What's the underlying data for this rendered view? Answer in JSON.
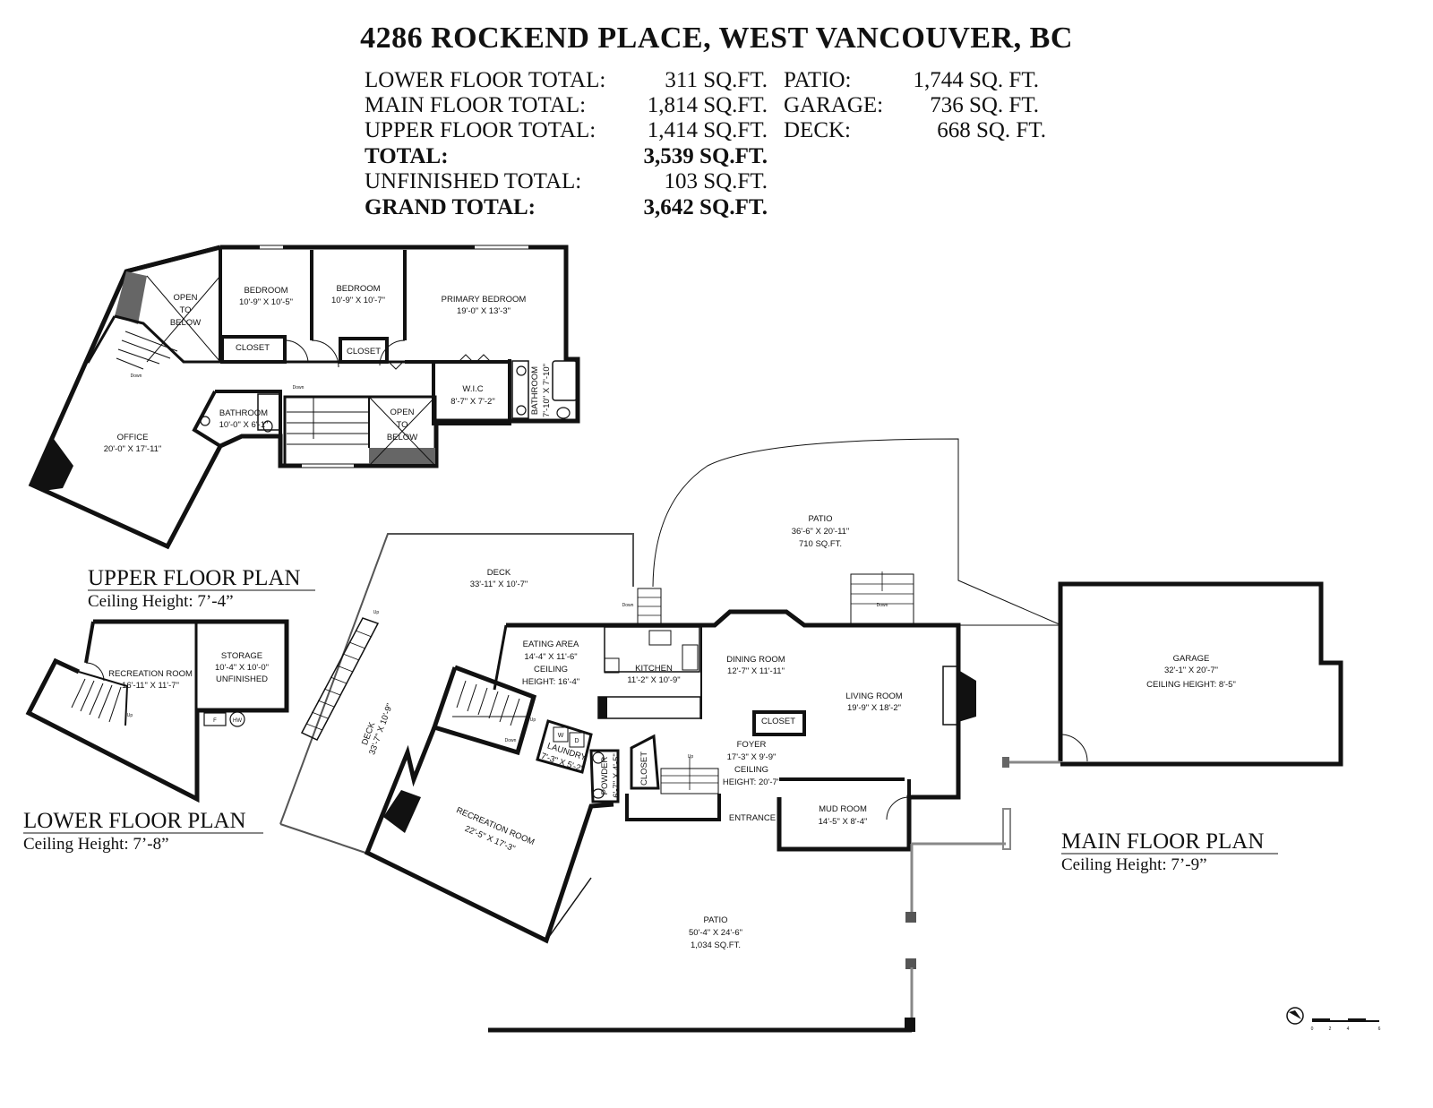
{
  "title": "4286 ROCKEND PLACE, WEST VANCOUVER, BC",
  "summary": {
    "lower_label": "LOWER FLOOR TOTAL:",
    "lower_value": "311 SQ.FT.",
    "main_label": "MAIN FLOOR TOTAL:",
    "main_value": "1,814 SQ.FT.",
    "upper_label": "UPPER FLOOR TOTAL:",
    "upper_value": "1,414 SQ.FT.",
    "total_label": "TOTAL:",
    "total_value": "3,539 SQ.FT.",
    "unfinished_label": "UNFINISHED TOTAL:",
    "unfinished_value": "103 SQ.FT.",
    "grand_label": "GRAND TOTAL:",
    "grand_value": "3,642 SQ.FT.",
    "patio_label": "PATIO:",
    "patio_value": "1,744 SQ. FT.",
    "garage_label": "GARAGE:",
    "garage_value": "736 SQ. FT.",
    "deck_label": "DECK:",
    "deck_value": "668 SQ. FT."
  },
  "plans": {
    "upper": {
      "name": "UPPER FLOOR PLAN",
      "ceiling": "Ceiling Height: 7’-4”"
    },
    "lower": {
      "name": "LOWER FLOOR PLAN",
      "ceiling": "Ceiling Height: 7’-8”"
    },
    "main": {
      "name": "MAIN FLOOR PLAN",
      "ceiling": "Ceiling Height: 7’-9”"
    }
  },
  "upper_rooms": {
    "bed1": {
      "name": "BEDROOM",
      "dims": "10'-9\" X 10'-5\""
    },
    "bed2": {
      "name": "BEDROOM",
      "dims": "10'-9\" X 10'-7\""
    },
    "primary": {
      "name": "PRIMARY BEDROOM",
      "dims": "19'-0\" X 13'-3\""
    },
    "open1": {
      "l1": "OPEN",
      "l2": "TO",
      "l3": "BELOW"
    },
    "open2": {
      "l1": "OPEN",
      "l2": "TO",
      "l3": "BELOW"
    },
    "closet1": "CLOSET",
    "closet2": "CLOSET",
    "wic": {
      "name": "W.I.C",
      "dims": "8'-7\" X 7'-2\""
    },
    "bath_primary": {
      "name": "BATHROOM",
      "dims": "7'-10\" X 7'-10\""
    },
    "bath_office": {
      "name": "BATHROOM",
      "dims": "10'-0\" X 6'-1\""
    },
    "office": {
      "name": "OFFICE",
      "dims": "20'-0\" X 17'-11\""
    },
    "down1": "Down",
    "down2": "Down"
  },
  "lower_rooms": {
    "rec": {
      "name": "RECREATION ROOM",
      "dims": "16'-11\" X 11'-7\""
    },
    "storage": {
      "name": "STORAGE",
      "dims": "10'-4\" X 10'-0\"",
      "note": "UNFINISHED"
    },
    "furnace": "F",
    "hw": "HW",
    "up": "Up"
  },
  "main_rooms": {
    "deck_top": {
      "name": "DECK",
      "dims": "33'-11\" X 10'-7\""
    },
    "deck_side": {
      "name": "DECK",
      "dims": "33'-7\" X 10'-9\""
    },
    "patio_top": {
      "name": "PATIO",
      "dims": "36'-6\" X 20'-11\"",
      "area": "710 SQ.FT."
    },
    "patio_bottom": {
      "name": "PATIO",
      "dims": "50'-4\" X 24'-6\"",
      "area": "1,034 SQ.FT."
    },
    "eating": {
      "name": "EATING AREA",
      "dims": "14'-4\" X 11'-6\"",
      "c1": "CEILING",
      "c2": "HEIGHT: 16'-4\""
    },
    "kitchen": {
      "name": "KITCHEN",
      "dims": "11'-2\" X 10'-9\""
    },
    "dining": {
      "name": "DINING ROOM",
      "dims": "12'-7\" X 11'-11\""
    },
    "living": {
      "name": "LIVING ROOM",
      "dims": "19'-9\" X 18'-2\""
    },
    "garage": {
      "name": "GARAGE",
      "dims": "32'-1\" X 20'-7\"",
      "ceiling": "CEILING HEIGHT: 8'-5\""
    },
    "closet_foyer": "CLOSET",
    "foyer": {
      "name": "FOYER",
      "dims": "17'-3\" X 9'-9\"",
      "c1": "CEILING",
      "c2": "HEIGHT: 20'-7\""
    },
    "mudroom": {
      "name": "MUD ROOM",
      "dims": "14'-5\" X 8'-4\""
    },
    "entrance": "ENTRANCE",
    "rec": {
      "name": "RECREATION ROOM",
      "dims": "22'-5\" X 17'-3\""
    },
    "laundry": {
      "name": "LAUNDRY",
      "dims": "7'-3\" X 5'-2\""
    },
    "washer": "W",
    "dryer": "D",
    "powder": {
      "name": "POWDER",
      "dims": "6'-7\" X 4'-5\""
    },
    "closet_vert": "CLOSET",
    "down1": "Down",
    "down2": "Down",
    "down3": "Down",
    "up1": "Up",
    "up2": "Up",
    "up3": "Up"
  },
  "scale": {
    "ticks": [
      "0",
      "2",
      "4",
      "6"
    ]
  }
}
